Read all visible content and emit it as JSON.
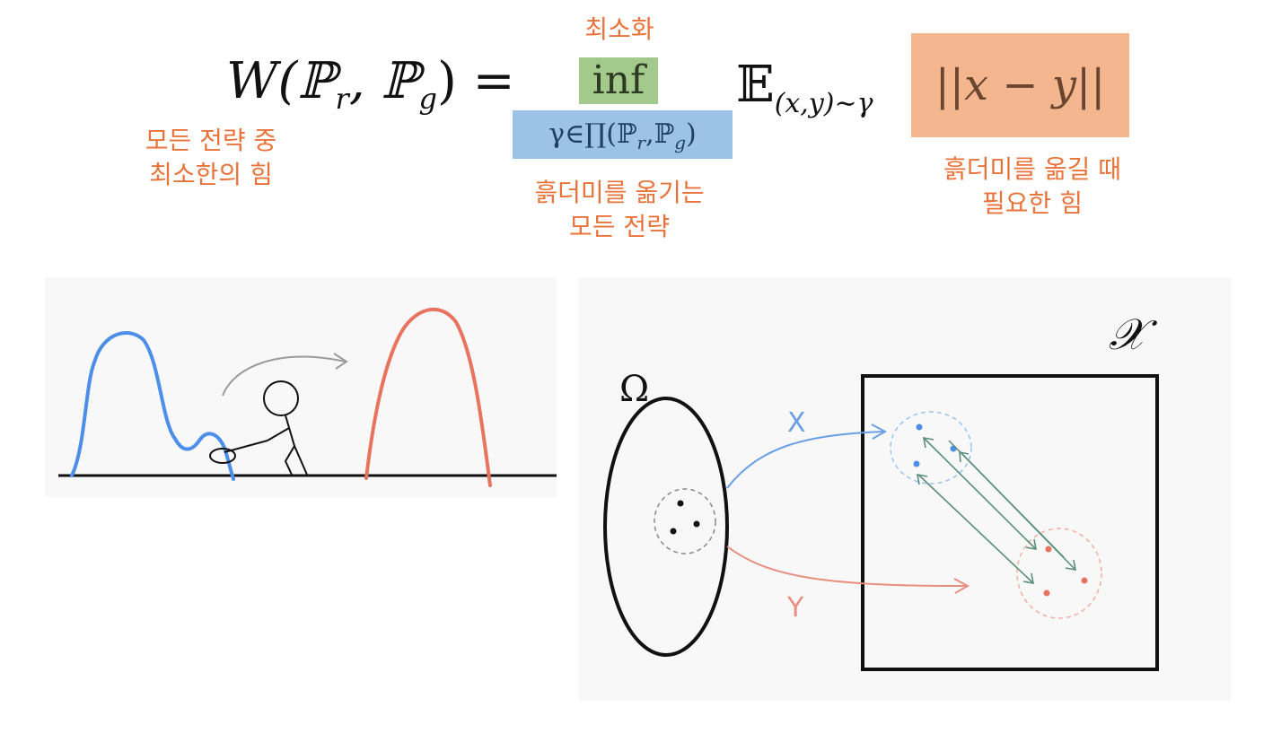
{
  "formula": {
    "lhs": "W(ℙ",
    "lhs_r": "r",
    "lhs_comma": ", ℙ",
    "lhs_g": "g",
    "lhs_close": ") =",
    "inf": "inf",
    "subscript": "γ∈∏(ℙ",
    "subscript_r": "r",
    "subscript_comma": ",ℙ",
    "subscript_g": "g",
    "subscript_close": ")",
    "expectation": "𝔼",
    "expectation_sub": "(x,y)∼γ",
    "norm": "||x − y||"
  },
  "annotations": {
    "minimize": "최소화",
    "min_force_line1": "모든 전략 중",
    "min_force_line2": "최소한의 힘",
    "all_strategies_line1": "흙더미를 옮기는",
    "all_strategies_line2": "모든 전략",
    "needed_force_line1": "흙더미를 옮길 때",
    "needed_force_line2": "필요한 힘"
  },
  "right_diagram": {
    "omega_label": "Ω",
    "space_label": "𝒳",
    "map_x_label": "X",
    "map_y_label": "Y"
  },
  "colors": {
    "inf_highlight": "#a3c98c",
    "subscript_highlight": "#9cc2e8",
    "norm_highlight": "#f4b68f",
    "annotation_orange": "#e8743b",
    "annotation_blue": "#3b7fd6",
    "blue_curve": "#4d8fe8",
    "red_curve": "#e8735f",
    "green_arrow": "#5a8f7a"
  }
}
